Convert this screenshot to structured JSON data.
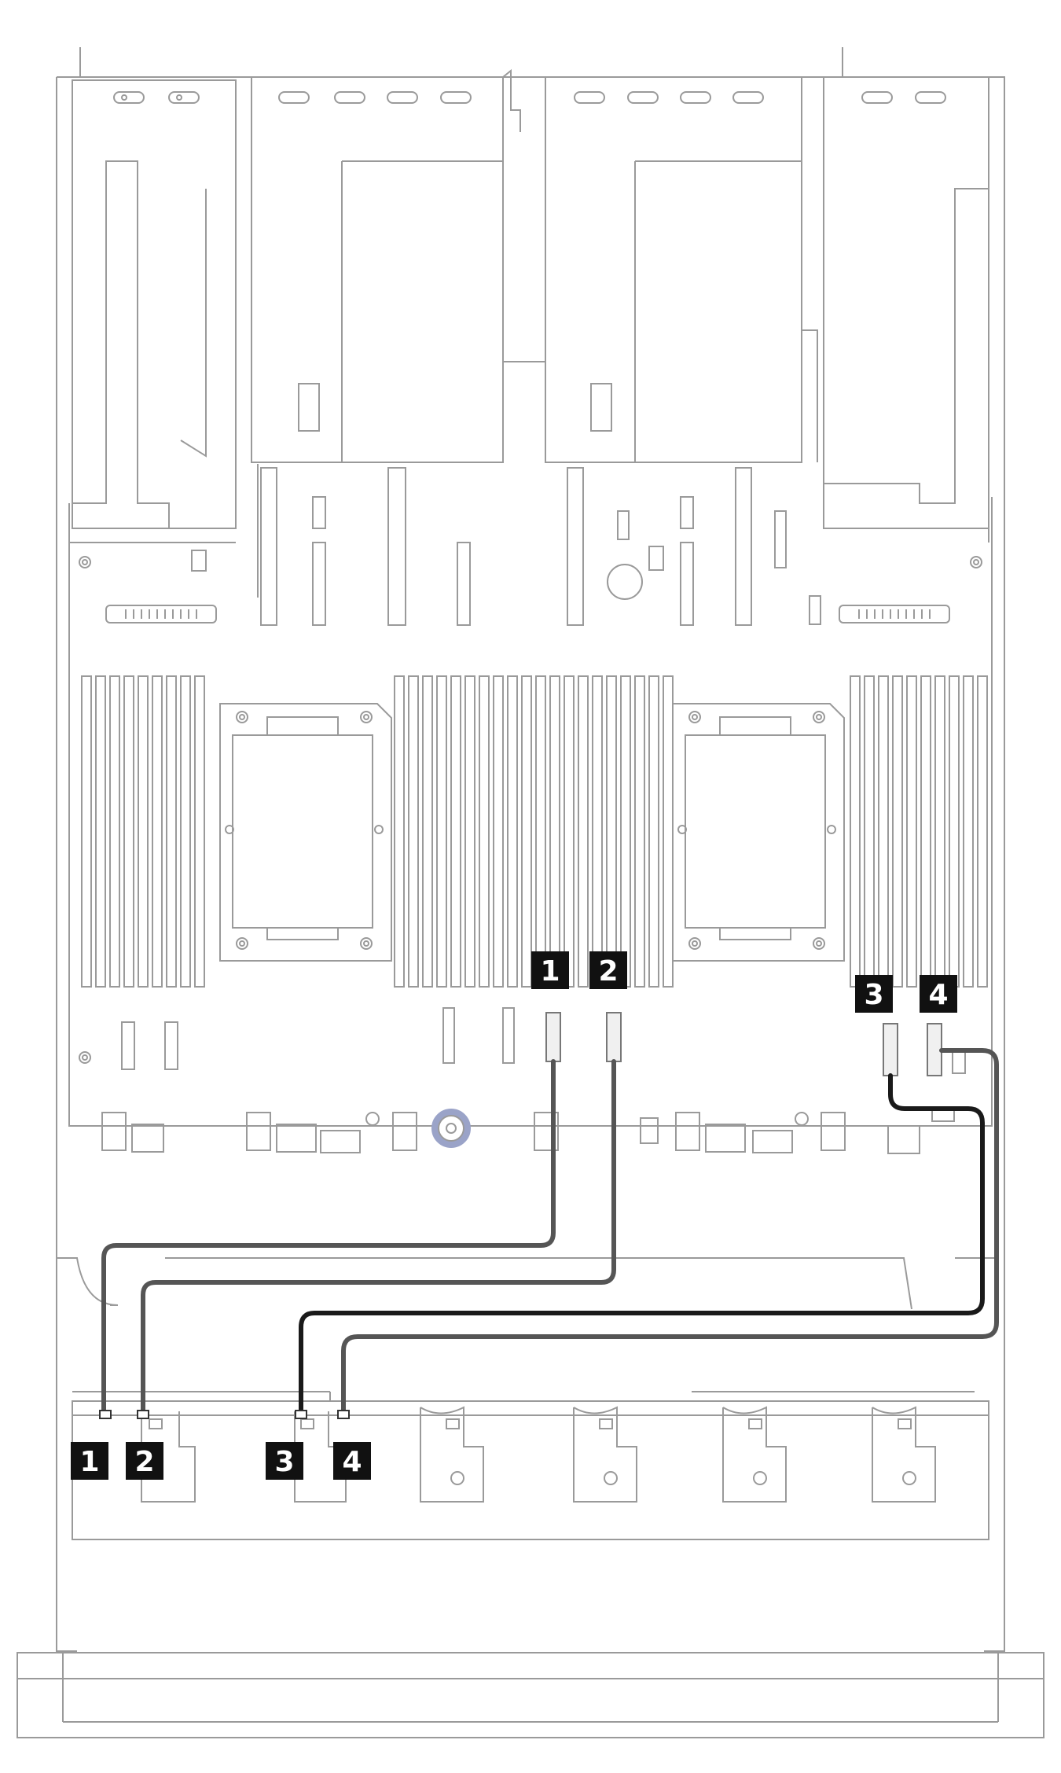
{
  "callouts": {
    "board": [
      "1",
      "2",
      "3",
      "4"
    ],
    "backplane": [
      "1",
      "2",
      "3",
      "4"
    ]
  },
  "colors": {
    "outline": "#9a9a9a",
    "callout_bg": "#111111",
    "callout_text": "#ffffff",
    "cable_dark": "#1a1a1a",
    "cable_gray": "#555555",
    "fan_accent": "#9aa3c8"
  }
}
